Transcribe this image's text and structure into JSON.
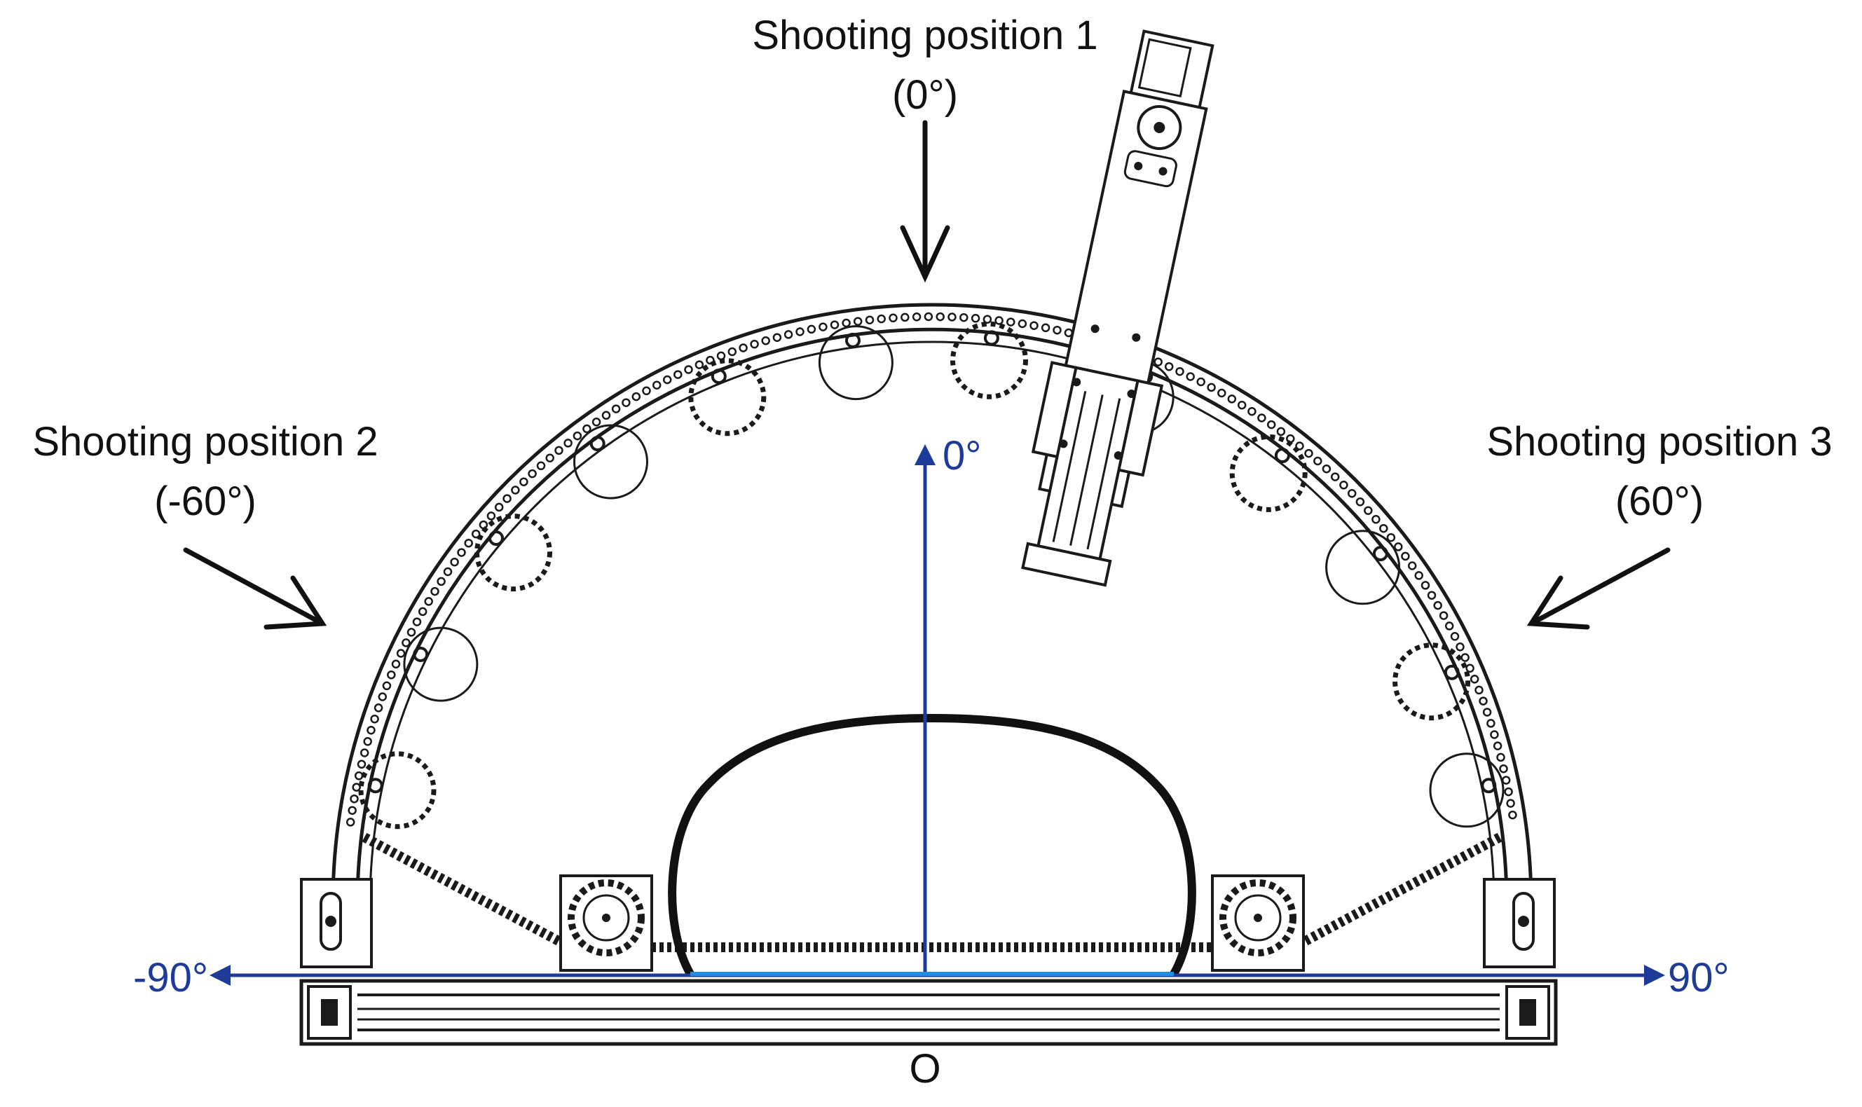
{
  "labels": {
    "pos1_title": "Shooting position 1",
    "pos1_angle": "(0°)",
    "pos2_title": "Shooting position 2",
    "pos2_angle": "(-60°)",
    "pos3_title": "Shooting position 3",
    "pos3_angle": "(60°)"
  },
  "axes": {
    "zero": "0°",
    "neg90": "-90°",
    "pos90": "90°",
    "origin": "O"
  },
  "colors": {
    "axis": "#1f3b99",
    "axis_base": "#1e8fe0",
    "line": "#1a1a1a",
    "fill_light": "#f4f4f4"
  }
}
